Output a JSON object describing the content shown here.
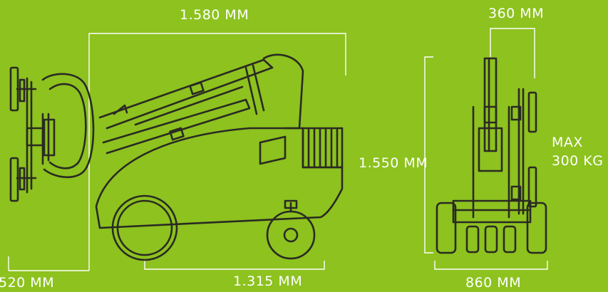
{
  "colors": {
    "background": "#8dc21f",
    "line": "#ffffff",
    "ink": "#2a2a22"
  },
  "dimensions": {
    "overall_length": "1.580 MM",
    "wheelbase": "1.315 MM",
    "front_overhang": "520 MM",
    "height": "1.550 MM",
    "track_width": "860 MM",
    "top_width": "360 MM"
  },
  "capacity": {
    "line1": "MAX",
    "line2": "300 KG"
  }
}
